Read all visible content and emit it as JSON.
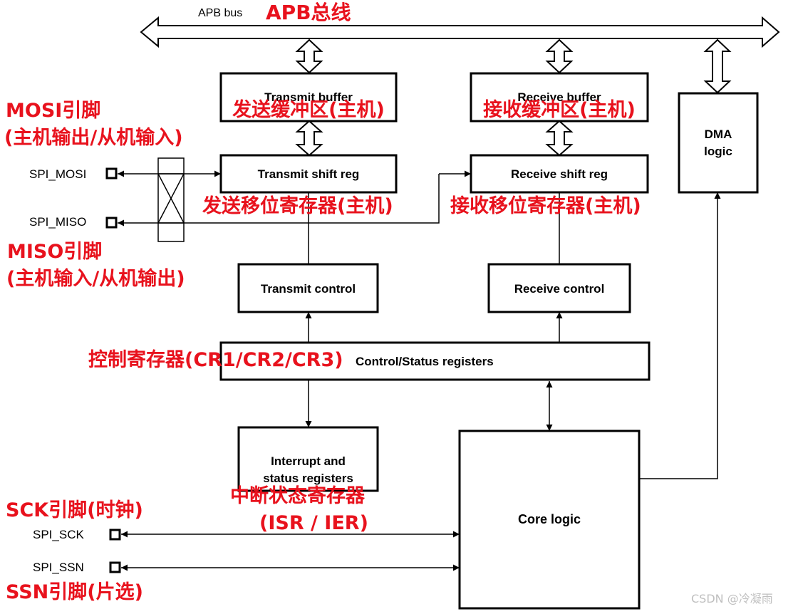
{
  "bus": {
    "label": "APB bus",
    "label_cn": "APB总线"
  },
  "blocks": {
    "transmit_buffer": {
      "label": "Transmit buffer",
      "label_cn": "发送缓冲区(主机)"
    },
    "receive_buffer": {
      "label": "Receive buffer",
      "label_cn": "接收缓冲区(主机)"
    },
    "dma": {
      "label_line1": "DMA",
      "label_line2": "logic"
    },
    "transmit_shift": {
      "label": "Transmit shift reg",
      "label_cn": "发送移位寄存器(主机)"
    },
    "receive_shift": {
      "label": "Receive shift reg",
      "label_cn": "接收移位寄存器(主机)"
    },
    "transmit_control": {
      "label": "Transmit control"
    },
    "receive_control": {
      "label": "Receive control"
    },
    "control_status": {
      "label": "Control/Status registers",
      "label_cn": "控制寄存器(CR1/CR2/CR3)"
    },
    "interrupt": {
      "label_line1": "Interrupt and",
      "label_line2": "status registers",
      "label_cn_line1": "中断状态寄存器",
      "label_cn_line2": "(ISR / IER)"
    },
    "core_logic": {
      "label": "Core logic"
    }
  },
  "pins": {
    "mosi": {
      "label": "SPI_MOSI",
      "note_line1": "MOSI引脚",
      "note_line2": "(主机输出/从机输入)"
    },
    "miso": {
      "label": "SPI_MISO",
      "note_line1": "MISO引脚",
      "note_line2": "(主机输入/从机输出)"
    },
    "sck": {
      "label": "SPI_SCK",
      "note": "SCK引脚(时钟)"
    },
    "ssn": {
      "label": "SPI_SSN",
      "note": "SSN引脚(片选)"
    }
  },
  "watermark": "CSDN @冷凝雨",
  "colors": {
    "line": "#000000",
    "annotation": "#e8121d",
    "watermark": "#bfbfbf"
  }
}
